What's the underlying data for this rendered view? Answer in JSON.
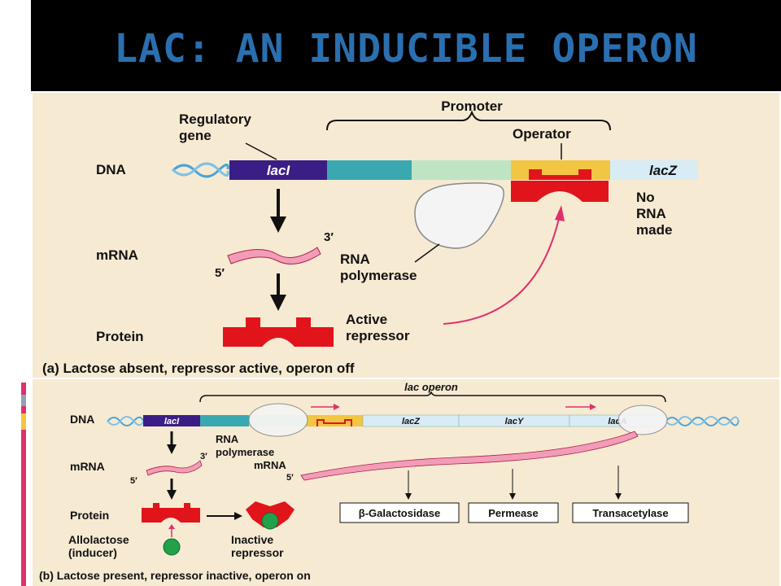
{
  "title": "Lac: An Inducible Operon",
  "panel_a": {
    "labels": {
      "regulatory_gene": [
        "Regulatory",
        "gene"
      ],
      "promoter": "Promoter",
      "operator": "Operator",
      "dna": "DNA",
      "lacI": "lacI",
      "lacZ": "lacZ",
      "no_rna": [
        "No",
        "RNA",
        "made"
      ],
      "mrna": "mRNA",
      "three_prime": "3′",
      "five_prime": "5′",
      "rna_polymerase": [
        "RNA",
        "polymerase"
      ],
      "protein": "Protein",
      "active_repressor": [
        "Active",
        "repressor"
      ]
    },
    "caption": "(a) Lactose absent, repressor active, operon off"
  },
  "panel_b": {
    "labels": {
      "lac_operon": "lac operon",
      "dna": "DNA",
      "lacI": "lacI",
      "lacZ": "lacZ",
      "lacY": "lacY",
      "lacA": "lacA",
      "rna_polymerase": [
        "RNA",
        "polymerase"
      ],
      "mrna_left": "mRNA",
      "mrna_right": "mRNA",
      "three_prime": "3′",
      "five_prime_left": "5′",
      "five_prime_right": "5′",
      "protein": "Protein",
      "allolactose": [
        "Allolactose",
        "(inducer)"
      ],
      "inactive_repressor": [
        "Inactive",
        "repressor"
      ],
      "enzymes": [
        "β-Galactosidase",
        "Permease",
        "Transacetylase"
      ]
    },
    "caption": "(b) Lactose present, repressor inactive, operon on"
  },
  "colors": {
    "background": "#f6ead2",
    "lacI": "#3b1d86",
    "promoter_teal": "#3aa8b0",
    "promoter_green": "#bfe4c4",
    "operator": "#f2c542",
    "repressor": "#e2141b",
    "lacZ": "#d8ecf6",
    "mrna": "#f29cb8",
    "arrow_pink": "#e0306a",
    "inducer": "#22a04a",
    "title": "#2a6fb0"
  }
}
